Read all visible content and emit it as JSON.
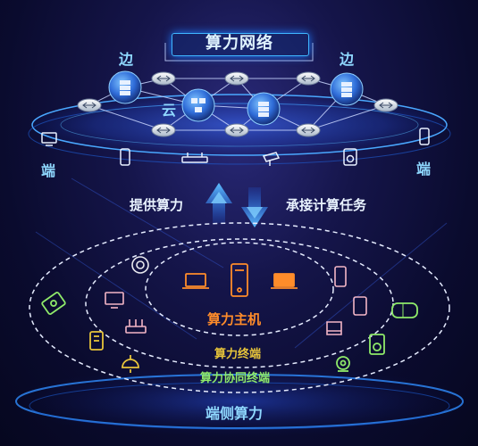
{
  "title": "算力网络",
  "labels": {
    "edge_left": "边",
    "edge_right": "边",
    "cloud": "云",
    "end_left": "端",
    "end_right": "端",
    "provide": "提供算力",
    "undertake": "承接计算任务",
    "host": "算力主机",
    "terminal": "算力终端",
    "collab": "算力协同终端",
    "bottom": "端侧算力"
  },
  "colors": {
    "accent_cyan": "#3fb6ff",
    "orange": "#ff8c2a",
    "gold": "#e7c43a",
    "green": "#8fea6a",
    "pink": "#f3b6c6"
  },
  "icons": {
    "servers": [
      "server-icon",
      "server-icon",
      "server-icon",
      "server-icon"
    ],
    "routers": [
      "router-icon",
      "router-icon",
      "router-icon",
      "router-icon",
      "router-icon",
      "router-icon",
      "router-icon",
      "router-icon",
      "router-icon"
    ],
    "top_devices": [
      "monitor-icon",
      "phone-icon",
      "router-device-icon",
      "camera-icon",
      "speaker-icon",
      "phone-icon"
    ],
    "host_devices": [
      "laptop-icon",
      "server-tower-icon",
      "laptop-icon"
    ],
    "terminal_devices": [
      "router-device-icon",
      "monitor-icon",
      "smart-meter-icon",
      "phone-icon",
      "tablet-icon",
      "storage-icon",
      "smart-lamp-icon",
      "robot-vacuum-icon"
    ],
    "collab_devices": [
      "vr-headset-icon",
      "drone-icon",
      "speaker-icon",
      "webcam-icon"
    ]
  }
}
